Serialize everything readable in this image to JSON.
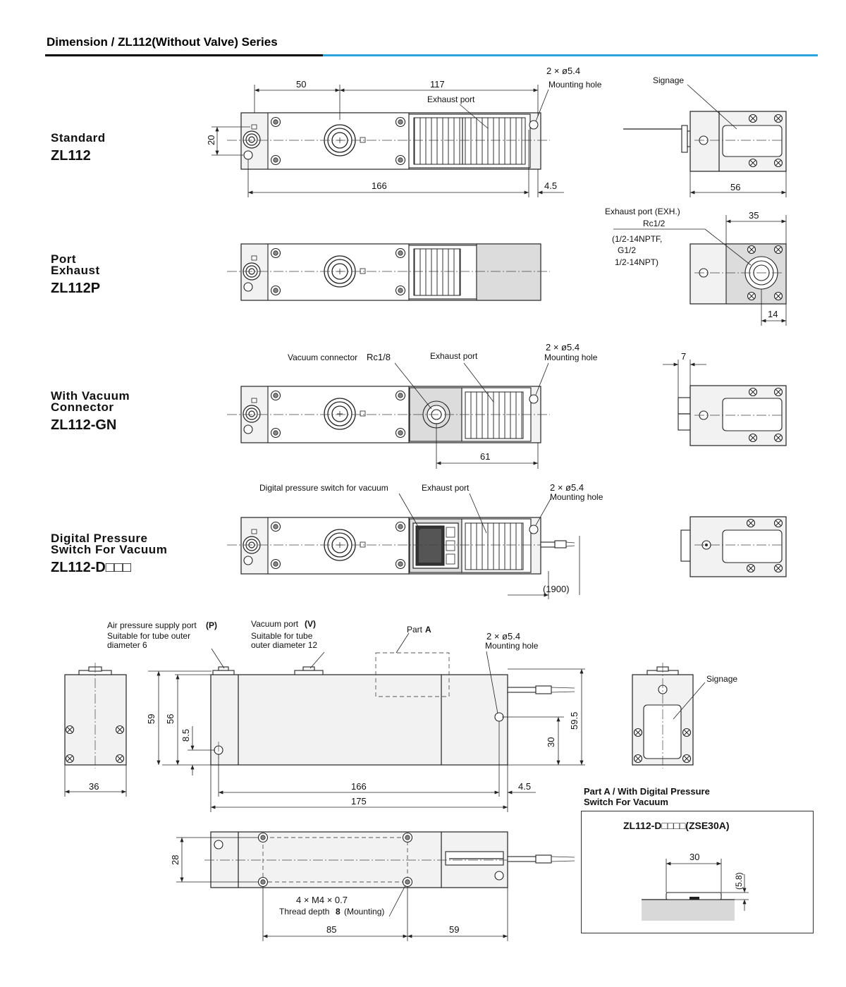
{
  "header": {
    "title": "Dimension / ZL112(Without Valve) Series",
    "accent_color": "#2aa4e0"
  },
  "series": [
    {
      "lines": [
        "Standard"
      ],
      "model": "ZL112"
    },
    {
      "lines": [
        "Port",
        "Exhaust"
      ],
      "model": "ZL112P"
    },
    {
      "lines": [
        "With Vacuum",
        "Connector"
      ],
      "model": "ZL112-GN"
    },
    {
      "lines": [
        "Digital Pressure",
        "Switch For Vacuum"
      ],
      "model": "ZL112-D□□□"
    }
  ],
  "standard": {
    "dim_50": "50",
    "dim_117": "117",
    "dim_20": "20",
    "dim_166": "166",
    "dim_4_5": "4.5",
    "dim_56": "56",
    "mounting_count": "2 × ø5.4",
    "mounting_label": "Mounting hole",
    "exhaust_label": "Exhaust port",
    "signage_label": "Signage"
  },
  "port_exhaust": {
    "label_line1": "Exhaust port (EXH.)",
    "label_line2": "Rc1/2",
    "label_line3": "(1/2-14NPTF,",
    "label_line4": "G1/2",
    "label_line5": "1/2-14NPT)",
    "dim_35": "35",
    "dim_14": "14"
  },
  "vacuum_connector": {
    "connector_label": "Vacuum connector",
    "connector_thread": "Rc1/8",
    "exhaust_label": "Exhaust port",
    "mounting_count": "2 × ø5.4",
    "mounting_label": "Mounting hole",
    "dim_61": "61",
    "dim_7": "7"
  },
  "digital_switch": {
    "switch_label": "Digital pressure switch for vacuum",
    "exhaust_label": "Exhaust port",
    "mounting_count": "2 × ø5.4",
    "mounting_label": "Mounting hole",
    "dim_1900": "(1900)"
  },
  "bottom": {
    "air_port_label": "Air pressure supply port",
    "air_port_code": "(P)",
    "air_port_note1": "Suitable for tube outer",
    "air_port_note2": "diameter 6",
    "vac_port_label": "Vacuum port",
    "vac_port_code": "(V)",
    "vac_port_note1": "Suitable for tube",
    "vac_port_note2": "outer diameter 12",
    "part_label": "Part",
    "part_letter": "A",
    "mounting_count": "2 × ø5.4",
    "mounting_label": "Mounting hole",
    "signage_label": "Signage",
    "dim_59": "59",
    "dim_56": "56",
    "dim_8_5": "8.5",
    "dim_30": "30",
    "dim_59_5": "59.5",
    "dim_36": "36",
    "dim_166": "166",
    "dim_4_5": "4.5",
    "dim_175": "175",
    "dim_28": "28",
    "dim_85": "85",
    "dim_59b": "59",
    "thread_label": "4 × M4 × 0.7",
    "thread_depth_prefix": "Thread depth",
    "thread_depth_value": "8",
    "thread_depth_suffix": "(Mounting)"
  },
  "part_a": {
    "title_line1": "Part A / With Digital Pressure",
    "title_line2": "Switch For Vacuum",
    "model": "ZL112-D□□□□(ZSE30A)",
    "dim_30": "30",
    "dim_5_8": "(5.8)"
  }
}
